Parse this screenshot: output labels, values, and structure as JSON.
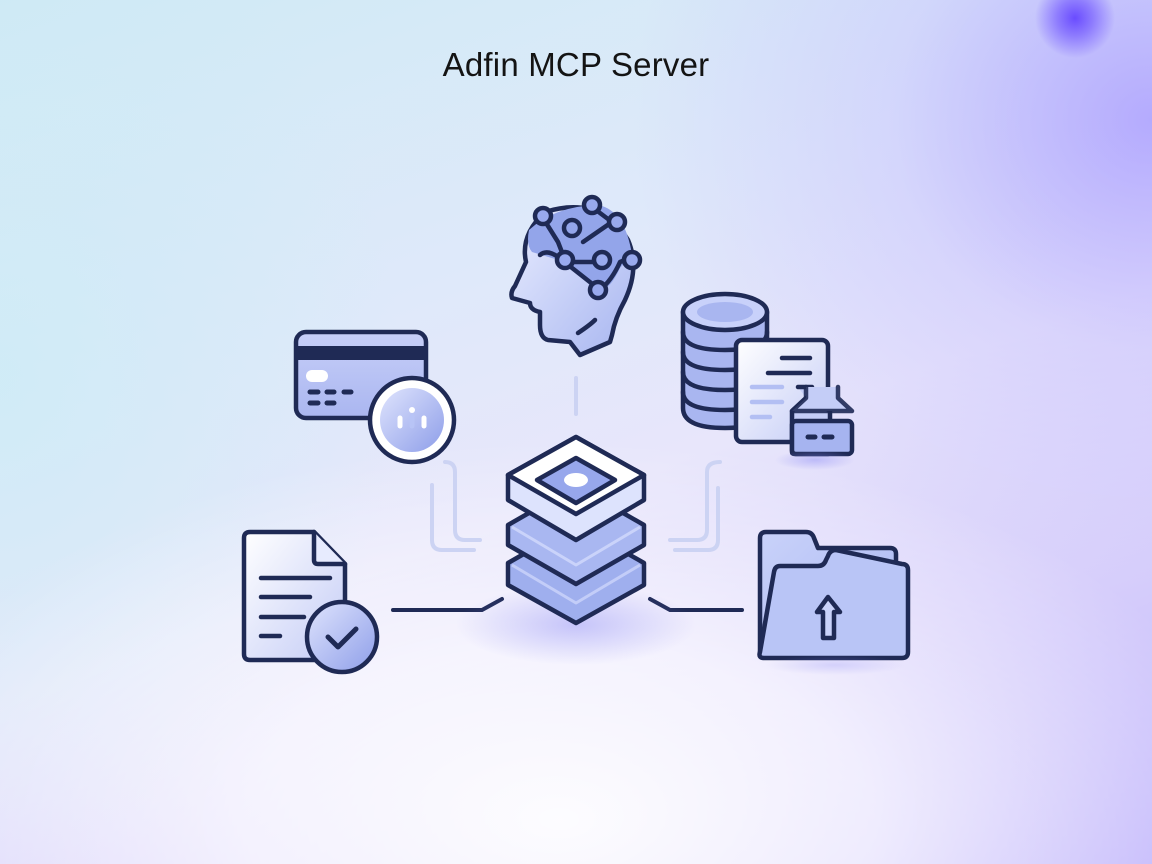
{
  "title": "Adfin MCP Server",
  "colors": {
    "outline": "#1f2a55",
    "fill_light": "#c4cdf7",
    "fill_mid": "#99a8ec",
    "fill_white": "#f7f8ff",
    "connector_faint": "#c9d0f2",
    "orb": "#6a4cff"
  },
  "nodes": [
    {
      "id": "ai-brain",
      "icon": "brain-circuit-head-icon",
      "position": "top"
    },
    {
      "id": "payments",
      "icon": "credit-card-analytics-icon",
      "position": "upper-left"
    },
    {
      "id": "database",
      "icon": "database-document-lock-icon",
      "position": "upper-right"
    },
    {
      "id": "mcp-server",
      "icon": "server-stack-icon",
      "position": "center"
    },
    {
      "id": "invoices",
      "icon": "document-check-icon",
      "position": "lower-left"
    },
    {
      "id": "uploads",
      "icon": "folder-upload-icon",
      "position": "lower-right"
    }
  ]
}
